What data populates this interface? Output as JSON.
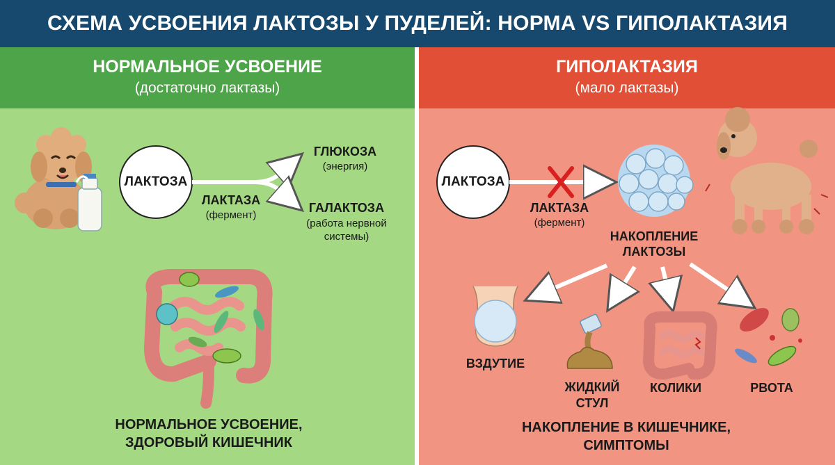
{
  "title": "СХЕМА УСВОЕНИЯ ЛАКТОЗЫ У ПУДЕЛЕЙ: НОРМА VS ГИПОЛАКТАЗИЯ",
  "left": {
    "heading": "НОРМАЛЬНОЕ УСВОЕНИЕ",
    "subheading": "(достаточно лактазы)",
    "substrate": "ЛАКТОЗА",
    "enzyme": "ЛАКТАЗА",
    "enzyme_note": "(фермент)",
    "product1": "ГЛЮКОЗА",
    "product1_note": "(энергия)",
    "product2": "ГАЛАКТОЗА",
    "product2_note_line1": "(работа нервной",
    "product2_note_line2": "системы)",
    "footer_line1": "НОРМАЛЬНОЕ УСВОЕНИЕ,",
    "footer_line2": "ЗДОРОВЫЙ КИШЕЧНИК"
  },
  "right": {
    "heading": "ГИПОЛАКТАЗИЯ",
    "subheading": "(мало лактазы)",
    "substrate": "ЛАКТОЗА",
    "enzyme": "ЛАКТАЗА",
    "enzyme_note": "(фермент)",
    "accumulation_line1": "НАКОПЛЕНИЕ",
    "accumulation_line2": "ЛАКТОЗЫ",
    "symptom1": "ВЗДУТИЕ",
    "symptom2_line1": "ЖИДКИЙ",
    "symptom2_line2": "СТУЛ",
    "symptom3": "КОЛИКИ",
    "symptom4": "РВОТА",
    "footer_line1": "НАКОПЛЕНИЕ В КИШЕЧНИКЕ,",
    "footer_line2": "СИМПТОМЫ"
  },
  "colors": {
    "title_bar": "#17496e",
    "left_header": "#4ea448",
    "left_bg": "#a4d883",
    "right_header": "#e14f36",
    "right_bg": "#f19481",
    "block_mark": "#d92020"
  }
}
